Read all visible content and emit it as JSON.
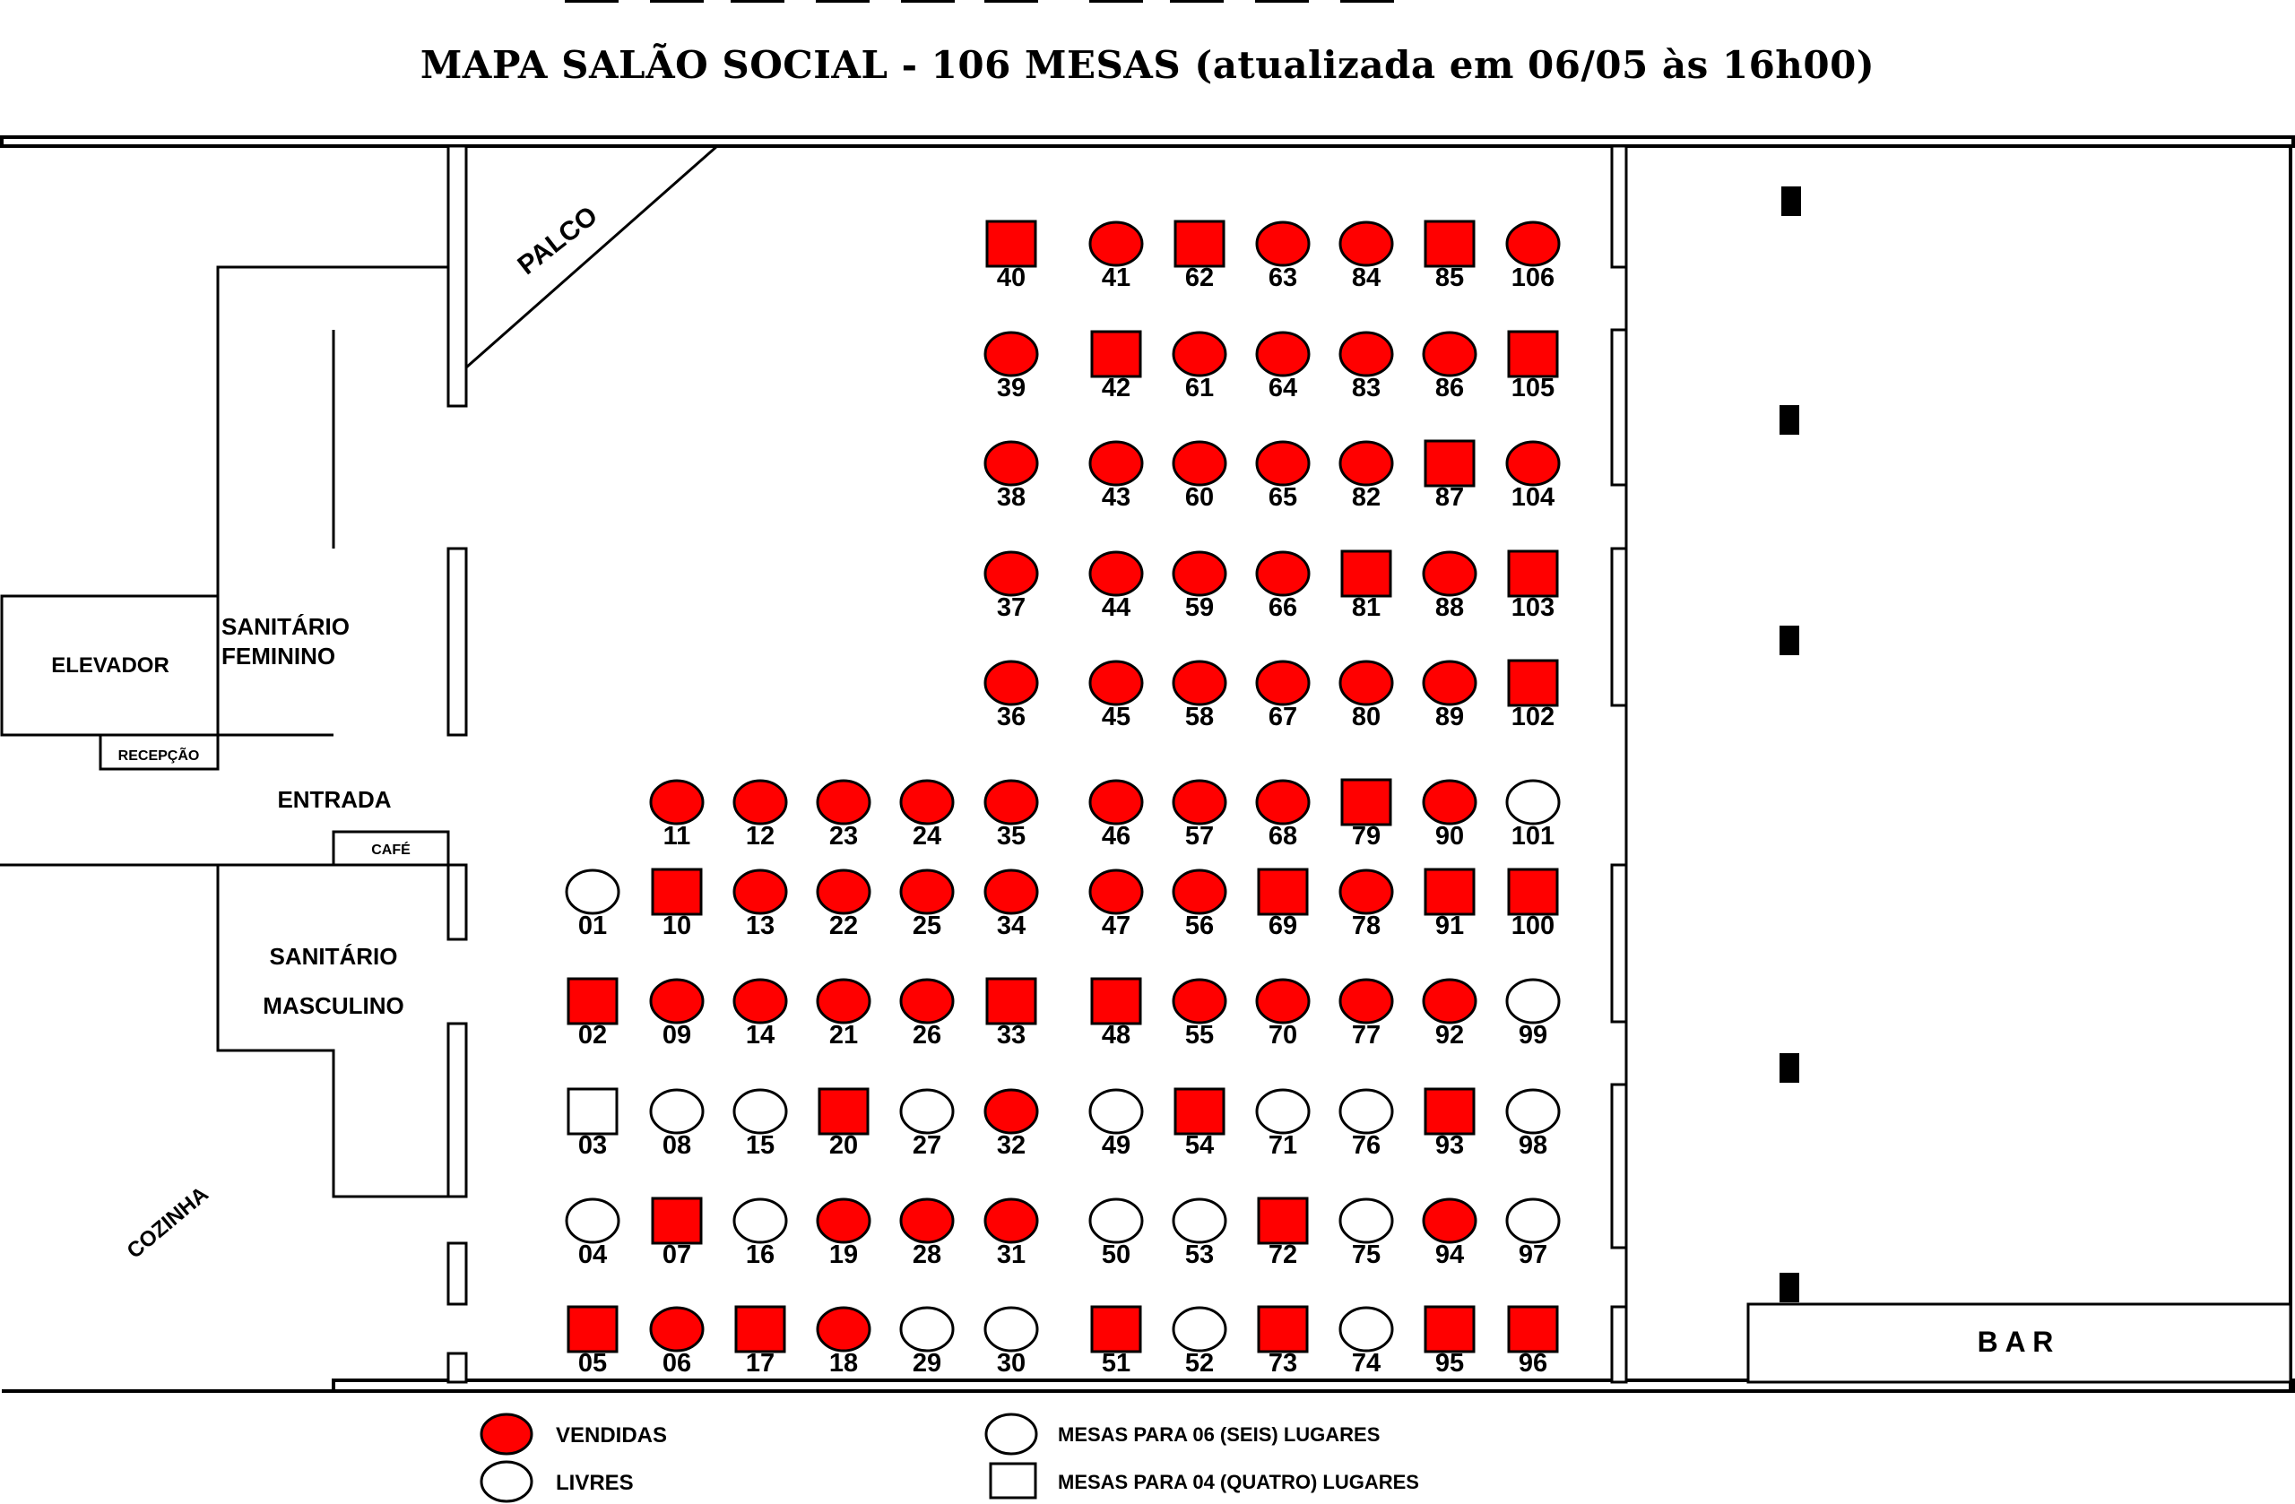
{
  "title": "MAPA SALÃO SOCIAL - 106 MESAS (atualizada em 06/05 às 16h00)",
  "colors": {
    "sold": "#ff0000",
    "free": "#ffffff",
    "stroke": "#000000"
  },
  "rooms": {
    "stage": "PALCO",
    "elevator": "ELEVADOR",
    "reception": "RECEPÇÃO",
    "female_restroom_line1": "SANITÁRIO",
    "female_restroom_line2": "FEMININO",
    "entrance": "ENTRADA",
    "cafe": "CAFÉ",
    "male_restroom_line1": "SANITÁRIO",
    "male_restroom_line2": "MASCULINO",
    "kitchen": "COZINHA",
    "bar": "B A R"
  },
  "legend": {
    "sold": "VENDIDAS",
    "free": "LIVRES",
    "six_seats": "MESAS PARA 06 (SEIS) LUGARES",
    "four_seats": "MESAS PARA 04 (QUATRO) LUGARES"
  },
  "tables": [
    {
      "num": "40",
      "shape": "square",
      "status": "sold"
    },
    {
      "num": "41",
      "shape": "circle",
      "status": "sold"
    },
    {
      "num": "62",
      "shape": "square",
      "status": "sold"
    },
    {
      "num": "63",
      "shape": "circle",
      "status": "sold"
    },
    {
      "num": "84",
      "shape": "circle",
      "status": "sold"
    },
    {
      "num": "85",
      "shape": "square",
      "status": "sold"
    },
    {
      "num": "106",
      "shape": "circle",
      "status": "sold"
    },
    {
      "num": "39",
      "shape": "circle",
      "status": "sold"
    },
    {
      "num": "42",
      "shape": "square",
      "status": "sold"
    },
    {
      "num": "61",
      "shape": "circle",
      "status": "sold"
    },
    {
      "num": "64",
      "shape": "circle",
      "status": "sold"
    },
    {
      "num": "83",
      "shape": "circle",
      "status": "sold"
    },
    {
      "num": "86",
      "shape": "circle",
      "status": "sold"
    },
    {
      "num": "105",
      "shape": "square",
      "status": "sold"
    },
    {
      "num": "38",
      "shape": "circle",
      "status": "sold"
    },
    {
      "num": "43",
      "shape": "circle",
      "status": "sold"
    },
    {
      "num": "60",
      "shape": "circle",
      "status": "sold"
    },
    {
      "num": "65",
      "shape": "circle",
      "status": "sold"
    },
    {
      "num": "82",
      "shape": "circle",
      "status": "sold"
    },
    {
      "num": "87",
      "shape": "square",
      "status": "sold"
    },
    {
      "num": "104",
      "shape": "circle",
      "status": "sold"
    },
    {
      "num": "37",
      "shape": "circle",
      "status": "sold"
    },
    {
      "num": "44",
      "shape": "circle",
      "status": "sold"
    },
    {
      "num": "59",
      "shape": "circle",
      "status": "sold"
    },
    {
      "num": "66",
      "shape": "circle",
      "status": "sold"
    },
    {
      "num": "81",
      "shape": "square",
      "status": "sold"
    },
    {
      "num": "88",
      "shape": "circle",
      "status": "sold"
    },
    {
      "num": "103",
      "shape": "square",
      "status": "sold"
    },
    {
      "num": "36",
      "shape": "circle",
      "status": "sold"
    },
    {
      "num": "45",
      "shape": "circle",
      "status": "sold"
    },
    {
      "num": "58",
      "shape": "circle",
      "status": "sold"
    },
    {
      "num": "67",
      "shape": "circle",
      "status": "sold"
    },
    {
      "num": "80",
      "shape": "circle",
      "status": "sold"
    },
    {
      "num": "89",
      "shape": "circle",
      "status": "sold"
    },
    {
      "num": "102",
      "shape": "square",
      "status": "sold"
    },
    {
      "num": "11",
      "shape": "circle",
      "status": "sold"
    },
    {
      "num": "12",
      "shape": "circle",
      "status": "sold"
    },
    {
      "num": "23",
      "shape": "circle",
      "status": "sold"
    },
    {
      "num": "24",
      "shape": "circle",
      "status": "sold"
    },
    {
      "num": "35",
      "shape": "circle",
      "status": "sold"
    },
    {
      "num": "46",
      "shape": "circle",
      "status": "sold"
    },
    {
      "num": "57",
      "shape": "circle",
      "status": "sold"
    },
    {
      "num": "68",
      "shape": "circle",
      "status": "sold"
    },
    {
      "num": "79",
      "shape": "square",
      "status": "sold"
    },
    {
      "num": "90",
      "shape": "circle",
      "status": "sold"
    },
    {
      "num": "101",
      "shape": "circle",
      "status": "free"
    },
    {
      "num": "01",
      "shape": "circle",
      "status": "free"
    },
    {
      "num": "10",
      "shape": "square",
      "status": "sold"
    },
    {
      "num": "13",
      "shape": "circle",
      "status": "sold"
    },
    {
      "num": "22",
      "shape": "circle",
      "status": "sold"
    },
    {
      "num": "25",
      "shape": "circle",
      "status": "sold"
    },
    {
      "num": "34",
      "shape": "circle",
      "status": "sold"
    },
    {
      "num": "47",
      "shape": "circle",
      "status": "sold"
    },
    {
      "num": "56",
      "shape": "circle",
      "status": "sold"
    },
    {
      "num": "69",
      "shape": "square",
      "status": "sold"
    },
    {
      "num": "78",
      "shape": "circle",
      "status": "sold"
    },
    {
      "num": "91",
      "shape": "square",
      "status": "sold"
    },
    {
      "num": "100",
      "shape": "square",
      "status": "sold"
    },
    {
      "num": "02",
      "shape": "square",
      "status": "sold"
    },
    {
      "num": "09",
      "shape": "circle",
      "status": "sold"
    },
    {
      "num": "14",
      "shape": "circle",
      "status": "sold"
    },
    {
      "num": "21",
      "shape": "circle",
      "status": "sold"
    },
    {
      "num": "26",
      "shape": "circle",
      "status": "sold"
    },
    {
      "num": "33",
      "shape": "square",
      "status": "sold"
    },
    {
      "num": "48",
      "shape": "square",
      "status": "sold"
    },
    {
      "num": "55",
      "shape": "circle",
      "status": "sold"
    },
    {
      "num": "70",
      "shape": "circle",
      "status": "sold"
    },
    {
      "num": "77",
      "shape": "circle",
      "status": "sold"
    },
    {
      "num": "92",
      "shape": "circle",
      "status": "sold"
    },
    {
      "num": "99",
      "shape": "circle",
      "status": "free"
    },
    {
      "num": "03",
      "shape": "square",
      "status": "free"
    },
    {
      "num": "08",
      "shape": "circle",
      "status": "free"
    },
    {
      "num": "15",
      "shape": "circle",
      "status": "free"
    },
    {
      "num": "20",
      "shape": "square",
      "status": "sold"
    },
    {
      "num": "27",
      "shape": "circle",
      "status": "free"
    },
    {
      "num": "32",
      "shape": "circle",
      "status": "sold"
    },
    {
      "num": "49",
      "shape": "circle",
      "status": "free"
    },
    {
      "num": "54",
      "shape": "square",
      "status": "sold"
    },
    {
      "num": "71",
      "shape": "circle",
      "status": "free"
    },
    {
      "num": "76",
      "shape": "circle",
      "status": "free"
    },
    {
      "num": "93",
      "shape": "square",
      "status": "sold"
    },
    {
      "num": "98",
      "shape": "circle",
      "status": "free"
    },
    {
      "num": "04",
      "shape": "circle",
      "status": "free"
    },
    {
      "num": "07",
      "shape": "square",
      "status": "sold"
    },
    {
      "num": "16",
      "shape": "circle",
      "status": "free"
    },
    {
      "num": "19",
      "shape": "circle",
      "status": "sold"
    },
    {
      "num": "28",
      "shape": "circle",
      "status": "sold"
    },
    {
      "num": "31",
      "shape": "circle",
      "status": "sold"
    },
    {
      "num": "50",
      "shape": "circle",
      "status": "free"
    },
    {
      "num": "53",
      "shape": "circle",
      "status": "free"
    },
    {
      "num": "72",
      "shape": "square",
      "status": "sold"
    },
    {
      "num": "75",
      "shape": "circle",
      "status": "free"
    },
    {
      "num": "94",
      "shape": "circle",
      "status": "sold"
    },
    {
      "num": "97",
      "shape": "circle",
      "status": "free"
    },
    {
      "num": "05",
      "shape": "square",
      "status": "sold"
    },
    {
      "num": "06",
      "shape": "circle",
      "status": "sold"
    },
    {
      "num": "17",
      "shape": "square",
      "status": "sold"
    },
    {
      "num": "18",
      "shape": "circle",
      "status": "sold"
    },
    {
      "num": "29",
      "shape": "circle",
      "status": "free"
    },
    {
      "num": "30",
      "shape": "circle",
      "status": "free"
    },
    {
      "num": "51",
      "shape": "square",
      "status": "sold"
    },
    {
      "num": "52",
      "shape": "circle",
      "status": "free"
    },
    {
      "num": "73",
      "shape": "square",
      "status": "sold"
    },
    {
      "num": "74",
      "shape": "circle",
      "status": "free"
    },
    {
      "num": "95",
      "shape": "square",
      "status": "sold"
    },
    {
      "num": "96",
      "shape": "square",
      "status": "sold"
    }
  ]
}
